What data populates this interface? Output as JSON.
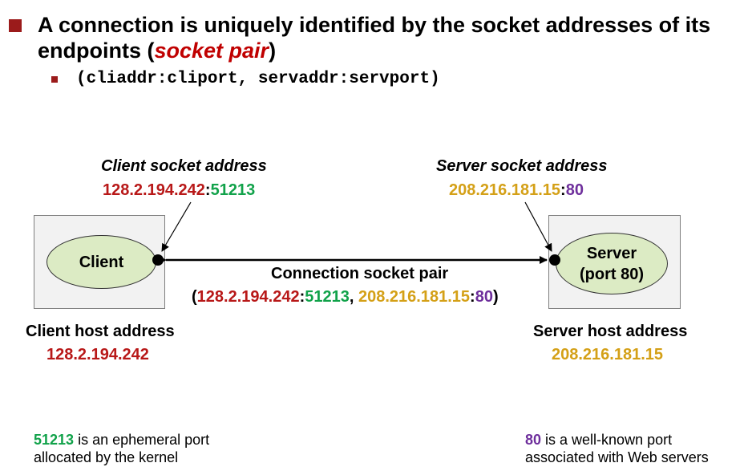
{
  "heading": {
    "before": "A connection is uniquely identified by the socket addresses of its endpoints (",
    "highlight": "socket pair",
    "after": ")"
  },
  "sub_bullet": "(cliaddr:cliport, servaddr:servport)",
  "client_socket": {
    "label": "Client socket address",
    "ip": "128.2.194.242",
    "sep": ":",
    "port": "51213"
  },
  "server_socket": {
    "label": "Server socket address",
    "ip": "208.216.181.15",
    "sep": ":",
    "port": "80"
  },
  "client_node": {
    "label": "Client"
  },
  "server_node": {
    "line1": "Server",
    "line2": "(port 80)"
  },
  "connection": {
    "label": "Connection socket pair",
    "open": "(",
    "client_ip": "128.2.194.242",
    "sep1": ":",
    "client_port": "51213",
    "comma": ", ",
    "server_ip": "208.216.181.15",
    "sep2": ":",
    "server_port": "80",
    "close": ")"
  },
  "client_host": {
    "label": "Client host address",
    "ip": "128.2.194.242"
  },
  "server_host": {
    "label": "Server host address",
    "ip": "208.216.181.15"
  },
  "notes": {
    "left": {
      "port": "51213",
      "line1_rest": " is an ephemeral port",
      "line2": "allocated by the kernel"
    },
    "right": {
      "port": "80",
      "line1_rest": " is a well-known port",
      "line2": "associated with Web servers"
    }
  },
  "colors": {
    "client_ip": "#b81818",
    "client_port": "#11a24a",
    "server_ip": "#d4a017",
    "server_port": "#6e2f9c",
    "bullet": "#9b1b1b",
    "node_fill": "#dcebc4"
  }
}
